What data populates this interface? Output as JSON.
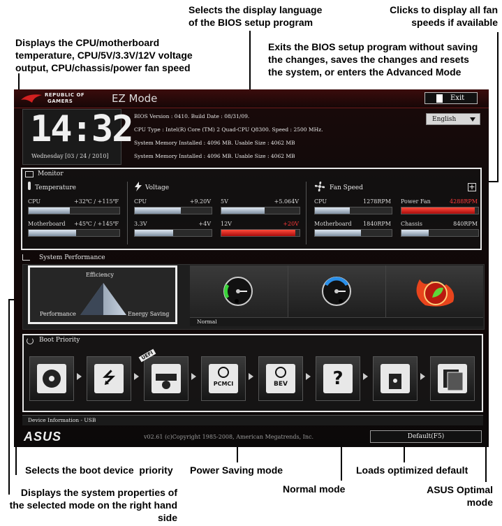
{
  "annotations": {
    "language": "Selects the display language\nof the BIOS setup program",
    "fans": "Clicks to display all fan\nspeeds if available",
    "monitor": "Displays the CPU/motherboard\ntemperature, CPU/5V/3.3V/12V voltage\noutput, CPU/chassis/power fan speed",
    "exit": "Exits the BIOS setup program without saving\nthe changes, saves the changes and resets\nthe system, or enters the Advanced Mode",
    "boot": "Selects the boot device  priority",
    "power_saving": "Power Saving mode",
    "optimized": "Loads optimized default",
    "normal": "Normal mode",
    "system_props": "Displays the system properties of\nthe selected mode on the right hand\nside",
    "asus_optimal": "ASUS Optimal\nmode"
  },
  "header": {
    "brand_line1": "REPUBLIC OF",
    "brand_line2": "GAMERS",
    "mode_title": "EZ Mode",
    "exit_label": "Exit",
    "language": "English"
  },
  "clock": {
    "time": "14:32",
    "day": "Wednesday",
    "date": "[03 / 24 / 2010]"
  },
  "info": {
    "line1": "BIOS Version : 0410. Build Date : 08/31/09.",
    "line2": "CPU Type : Intel(R) Core (TM) 2 Quad-CPU Q8300. Speed : 2500 MHz.",
    "line3": "System Memory Installed : 4096 MB. Usable Size : 4062 MB",
    "line4": "System Memory Installed : 4096 MB. Usable Size : 4062 MB"
  },
  "monitor": {
    "title": "Monitor",
    "temp_title": "Temperature",
    "volt_title": "Voltage",
    "fan_title": "Fan Speed",
    "temps": [
      {
        "name": "CPU",
        "value": "+32℃ / +115℉",
        "level": 0.45
      },
      {
        "name": "Motherboard",
        "value": "+45℃ / +145℉",
        "level": 0.52
      }
    ],
    "volts": [
      {
        "name": "CPU",
        "value": "+9.20V",
        "level": 0.6,
        "alert": false
      },
      {
        "name": "5V",
        "value": "+5.064V",
        "level": 0.55,
        "alert": false
      },
      {
        "name": "3.3V",
        "value": "+4V",
        "level": 0.5,
        "alert": false
      },
      {
        "name": "12V",
        "value": "+20V",
        "level": 0.95,
        "alert": true
      }
    ],
    "fans": [
      {
        "name": "CPU",
        "value": "1278RPM",
        "level": 0.45,
        "alert": false
      },
      {
        "name": "Power Fan",
        "value": "4288RPM",
        "level": 0.95,
        "alert": true
      },
      {
        "name": "Motherboard",
        "value": "1840RPM",
        "level": 0.6,
        "alert": false
      },
      {
        "name": "Chassis",
        "value": "840RPM",
        "level": 0.35,
        "alert": false
      }
    ]
  },
  "performance": {
    "title": "System Performance",
    "efficiency": "Efficiency",
    "performance": "Performance",
    "energy_saving": "Energy Saving",
    "selected_mode": "Normal"
  },
  "boot": {
    "title": "Boot Priority",
    "devices": [
      "hdd",
      "usb",
      "optical",
      "PCMCI",
      "BEV",
      "?",
      "network",
      "floppy"
    ],
    "uefi_badge": "UEFI",
    "device_info": "Device Information - USB"
  },
  "footer": {
    "logo": "ASUS",
    "copyright": "v02.61 (c)Copyright  1985-2008, American Megatrends, Inc.",
    "default_button": "Default(F5)"
  },
  "colors": {
    "accent_red": "#c4161c",
    "alert_red": "#ff3a3a",
    "background": "#0d0b0b"
  }
}
